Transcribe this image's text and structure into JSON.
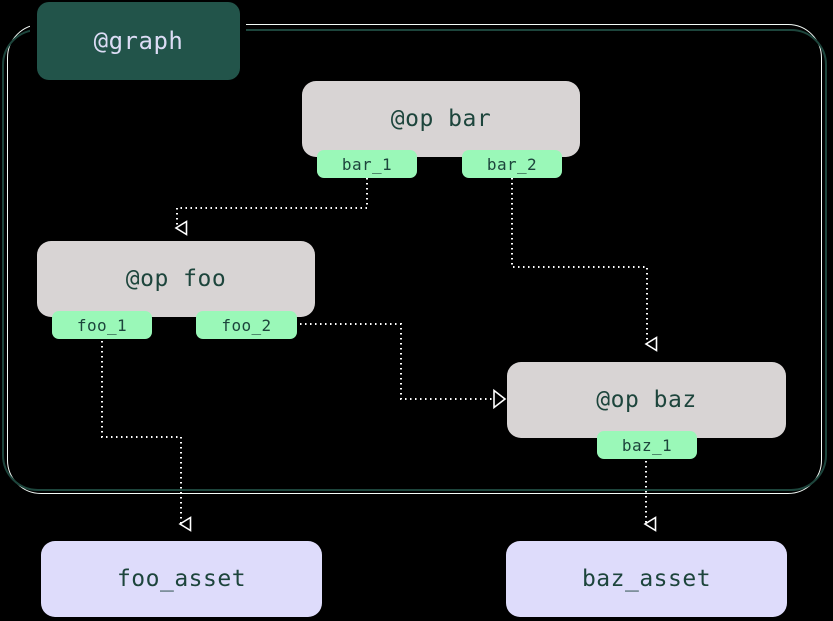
{
  "diagram": {
    "title_label": "@graph",
    "background_color": "#000000",
    "cluster_border_color": "#1d453c",
    "cluster_label_bg": "#22544a",
    "cluster_label_fg": "#dcdcf5",
    "op_node_bg": "#d8d4d4",
    "op_node_fg": "#1d453c",
    "asset_node_bg": "#dedcfb",
    "asset_node_fg": "#1d453c",
    "port_bg": "#9af8b8",
    "port_fg": "#1d453c",
    "edge_color": "#ffffff",
    "edge_style": "dotted"
  },
  "nodes": {
    "op_bar": {
      "label": "@op bar",
      "type": "op"
    },
    "op_foo": {
      "label": "@op foo",
      "type": "op"
    },
    "op_baz": {
      "label": "@op baz",
      "type": "op"
    },
    "foo_asset": {
      "label": "foo_asset",
      "type": "asset"
    },
    "baz_asset": {
      "label": "baz_asset",
      "type": "asset"
    }
  },
  "ports": {
    "bar_1": {
      "label": "bar_1",
      "parent": "op_bar"
    },
    "bar_2": {
      "label": "bar_2",
      "parent": "op_bar"
    },
    "foo_1": {
      "label": "foo_1",
      "parent": "op_foo"
    },
    "foo_2": {
      "label": "foo_2",
      "parent": "op_foo"
    },
    "baz_1": {
      "label": "baz_1",
      "parent": "op_baz"
    }
  },
  "edges": [
    {
      "from": "bar_1",
      "to": "op_foo",
      "arrowhead": "down"
    },
    {
      "from": "bar_2",
      "to": "op_baz",
      "arrowhead": "down"
    },
    {
      "from": "foo_2",
      "to": "op_baz",
      "arrowhead": "right"
    },
    {
      "from": "foo_1",
      "to": "foo_asset",
      "arrowhead": "down"
    },
    {
      "from": "baz_1",
      "to": "baz_asset",
      "arrowhead": "down"
    }
  ]
}
